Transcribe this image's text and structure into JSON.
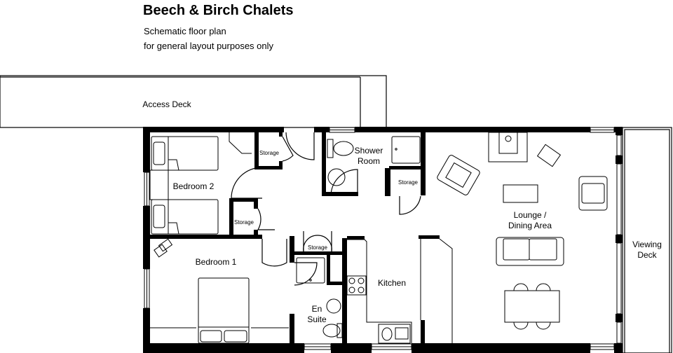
{
  "header": {
    "title": "Beech & Birch Chalets",
    "subtitle_line1": "Schematic floor plan",
    "subtitle_line2": "for general layout purposes only"
  },
  "rooms": {
    "access_deck": "Access Deck",
    "bedroom2": "Bedroom 2",
    "bedroom1": "Bedroom 1",
    "shower_room_1": "Shower",
    "shower_room_2": "Room",
    "storage": "Storage",
    "kitchen": "Kitchen",
    "en_suite_1": "En",
    "en_suite_2": "Suite",
    "lounge_1": "Lounge /",
    "lounge_2": "Dining Area",
    "viewing_deck_1": "Viewing",
    "viewing_deck_2": "Deck"
  }
}
